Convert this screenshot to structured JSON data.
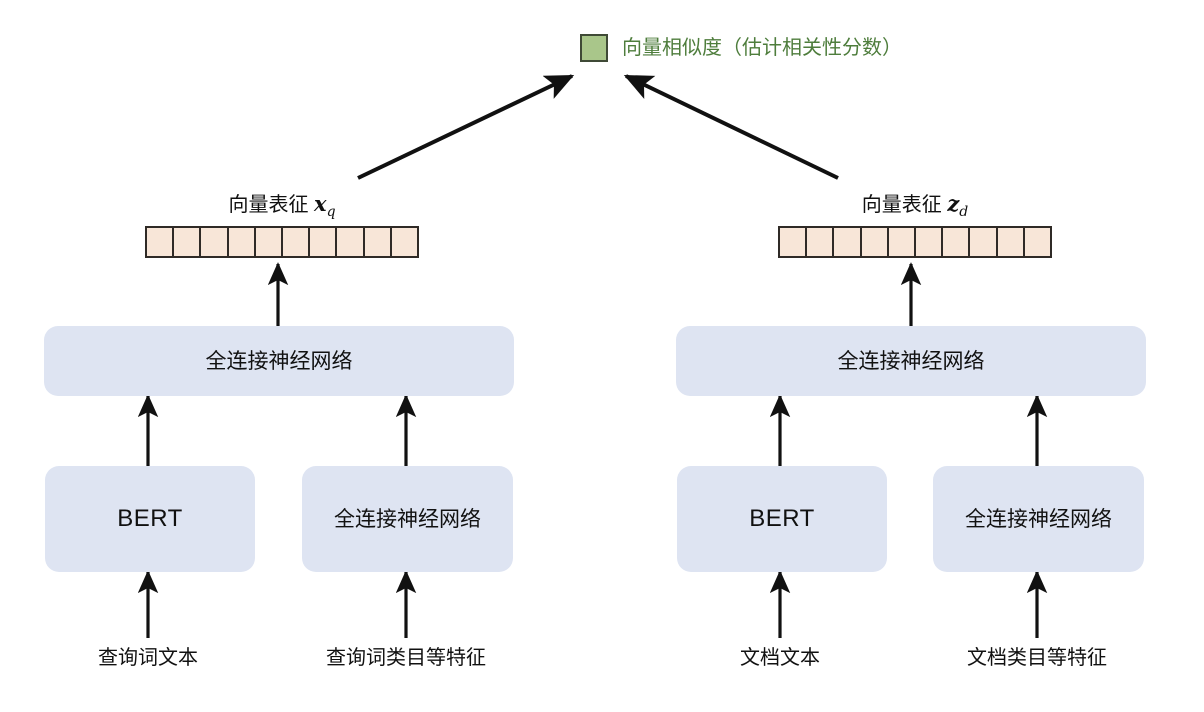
{
  "diagram": {
    "title": "Two-tower query-document relevance model",
    "colors": {
      "similarity_swatch": "#a9c68a",
      "similarity_swatch_border": "#3f4a36",
      "similarity_text": "#4e7d3c",
      "vector_cell_fill": "#f8e6d8",
      "vector_cell_border": "#2f2a26",
      "network_box_fill": "#dee4f2",
      "arrow": "#111111",
      "background": "#ffffff"
    },
    "legend": {
      "swatch_name": "similarity-swatch",
      "label": "向量相似度（估计相关性分数）"
    },
    "vectors": [
      {
        "id": "query-vector",
        "title_text": "向量表征",
        "symbol": "x",
        "subscript": "q",
        "cell_count": 10
      },
      {
        "id": "doc-vector",
        "title_text": "向量表征",
        "symbol": "z",
        "subscript": "d",
        "cell_count": 10
      }
    ],
    "boxes": [
      {
        "id": "query-fusion-fc",
        "label": "全连接神经网络"
      },
      {
        "id": "query-bert",
        "label": "BERT"
      },
      {
        "id": "query-feature-fc",
        "label": "全连接神经网络"
      },
      {
        "id": "doc-fusion-fc",
        "label": "全连接神经网络"
      },
      {
        "id": "doc-bert",
        "label": "BERT"
      },
      {
        "id": "doc-feature-fc",
        "label": "全连接神经网络"
      }
    ],
    "captions": [
      {
        "id": "query-text-input",
        "label": "查询词文本"
      },
      {
        "id": "query-feature-input",
        "label": "查询词类目等特征"
      },
      {
        "id": "doc-text-input",
        "label": "文档文本"
      },
      {
        "id": "doc-feature-input",
        "label": "文档类目等特征"
      }
    ]
  }
}
